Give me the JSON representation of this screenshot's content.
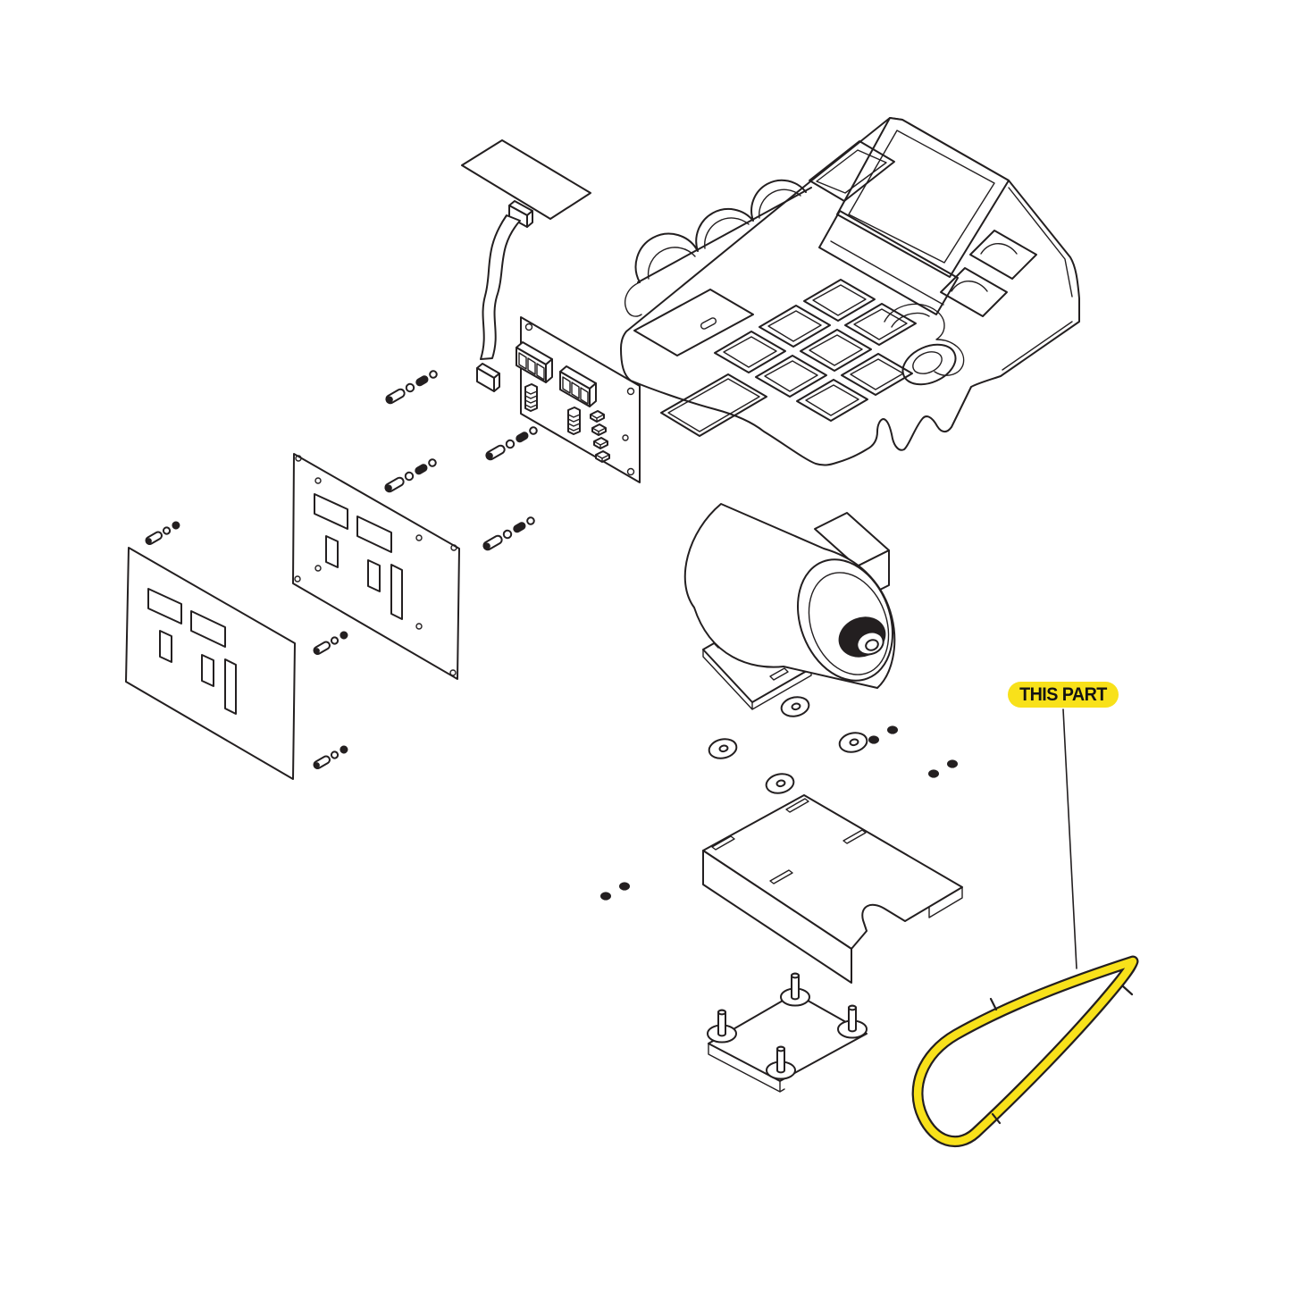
{
  "canvas": {
    "background": "#ffffff",
    "line_color": "#231f20",
    "highlight_color": "#f8e11a"
  },
  "callout": {
    "label": "THIS PART",
    "text_color": "#131313"
  },
  "parts": [
    "console-housing",
    "overlay-placard-with-ribbon-cable",
    "display-circuit-board",
    "overlay-panel-outer",
    "overlay-mounting-panel",
    "fastener-set",
    "motor-assembly",
    "isolation-washer",
    "electronics-bracket",
    "stud-mounting-plate",
    "drive-belt-highlighted"
  ]
}
